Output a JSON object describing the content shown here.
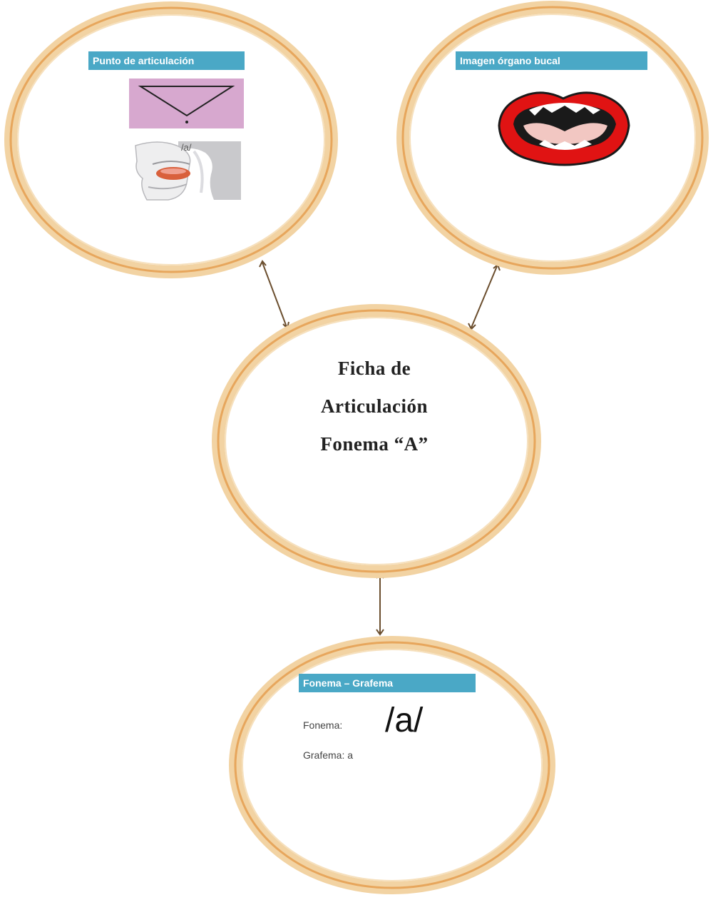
{
  "nodes": {
    "punto": {
      "label": "Punto de articulación"
    },
    "imagen": {
      "label": "Imagen órgano bucal"
    },
    "center": {
      "line1": "Ficha de",
      "line2": "Articulación",
      "line3": "Fonema “A”"
    },
    "fonema": {
      "label": "Fonema – Grafema",
      "fonema_label": "Fonema:",
      "fonema_value": "/a/",
      "grafema_text": "Grafema: a"
    }
  },
  "diagram_labels": {
    "vowel_mark": "/a/"
  },
  "colors": {
    "ring_outer": "#f2d3a3",
    "ring_inner": "#e7a65c",
    "label_bg": "#4aa8c6",
    "triangle_bg": "#d7a8cf",
    "connector": "#6b4e2e",
    "lips": "#e01313"
  }
}
